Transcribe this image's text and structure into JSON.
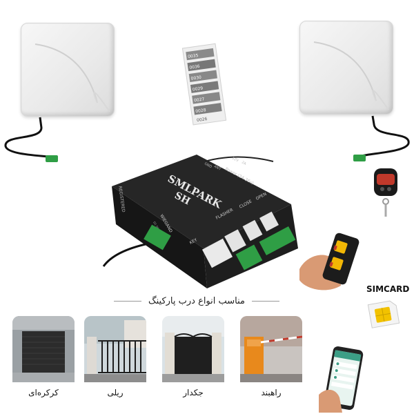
{
  "product": {
    "brand": "SMLPARK",
    "model": "SH",
    "vertical_text": "REGISTERED",
    "panel_labels": [
      "GND",
      "ANT",
      "12V",
      "2A",
      "Power (24-36v)"
    ],
    "port_labels": {
      "wiegand": "WIEGAND",
      "wiegand_pins": "D1 D0 12V GND",
      "key": "KEY",
      "flasher": "FLASHER",
      "close": "CLOSE",
      "open": "OPEN"
    }
  },
  "caption": "مناسب انواع درب پارکینگ",
  "simcard_label": "SIMCARD",
  "gate_types": [
    {
      "label": "کرکره‌ای"
    },
    {
      "label": "ریلی"
    },
    {
      "label": "جکدار"
    },
    {
      "label": "راهبند"
    }
  ],
  "tag_codes": [
    "0035",
    "0036",
    "0030",
    "0029",
    "0027",
    "0028",
    "0026"
  ],
  "colors": {
    "controller": "#1c1c1c",
    "terminal_green": "#2f9e45",
    "remote_yellow": "#f2b705",
    "barrier_orange": "#e8891c",
    "sim_yellow": "#f2c200"
  }
}
